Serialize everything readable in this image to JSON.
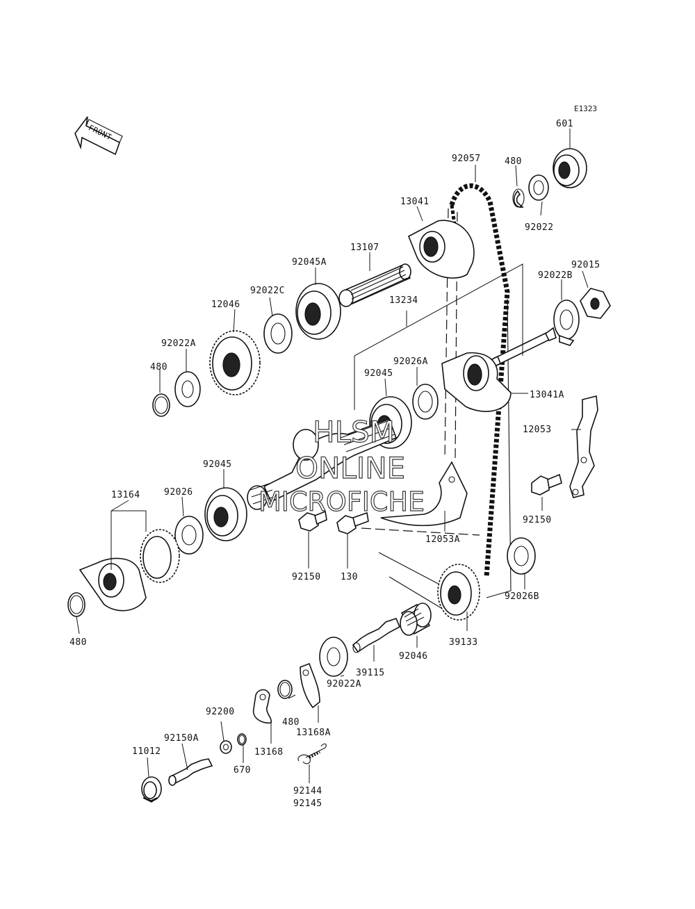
{
  "diagram": {
    "code": "E1323",
    "front_label": "FRONT"
  },
  "watermark": {
    "line1": "HLSM",
    "line2": "ONLINE",
    "line3": "MICROFICHE"
  },
  "part_labels": [
    "601",
    "92057",
    "480",
    "13041",
    "92022",
    "13107",
    "92045A",
    "92015",
    "92022B",
    "92022C",
    "13234",
    "12046",
    "92022A",
    "92026A",
    "480",
    "92045",
    "13041A",
    "12053",
    "92045",
    "13164",
    "92026",
    "12053A",
    "92150",
    "92150",
    "130",
    "92026B",
    "480",
    "39133",
    "92046",
    "39115",
    "92022A",
    "92200",
    "480",
    "13168A",
    "92150A",
    "11012",
    "13168",
    "670",
    "92144",
    "92145"
  ]
}
